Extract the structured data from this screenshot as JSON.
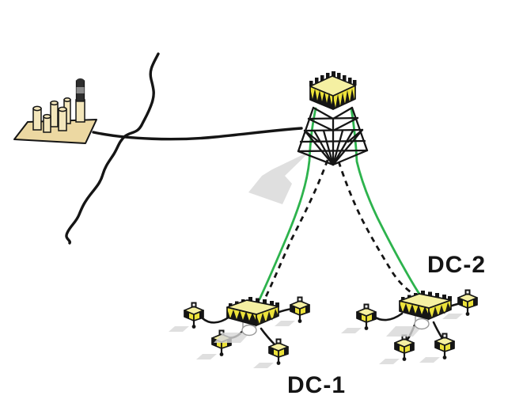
{
  "labels": {
    "dc1": "DC-1",
    "dc2": "DC-2"
  },
  "colors": {
    "flowline_green": "#2db34d",
    "equipment_yellow": "#ece23a",
    "equipment_yellow_top": "#f5f0a2",
    "onshore_tan": "#ecd8a2",
    "onshore_tan_light": "#f3e6bb",
    "line_black": "#151515",
    "shadow_gray": "#d7d7d7",
    "background": "#ffffff"
  },
  "nodes": [
    {
      "id": "onshore-plant",
      "kind": "onshore-processing-plant"
    },
    {
      "id": "platform-tower",
      "kind": "fixed-lattice-platform"
    },
    {
      "id": "dc1",
      "kind": "subsea-drill-center",
      "label": "DC-1",
      "satellite_wells": 4
    },
    {
      "id": "dc2",
      "kind": "subsea-drill-center",
      "label": "DC-2",
      "satellite_wells": 4
    }
  ],
  "edges": [
    {
      "from": "onshore-plant",
      "to": "platform-tower",
      "style": "solid-black",
      "kind": "pipeline"
    },
    {
      "from": "platform-tower",
      "to": "dc1",
      "style": "solid-green",
      "kind": "flowline"
    },
    {
      "from": "platform-tower",
      "to": "dc1",
      "style": "dashed-black",
      "kind": "line"
    },
    {
      "from": "platform-tower",
      "to": "dc2",
      "style": "solid-green",
      "kind": "flowline"
    },
    {
      "from": "platform-tower",
      "to": "dc2",
      "style": "dashed-black",
      "kind": "line"
    }
  ],
  "annotations": {
    "coastline": "wavy-black-line",
    "shadows": "light-gray-seabed-shadows"
  }
}
